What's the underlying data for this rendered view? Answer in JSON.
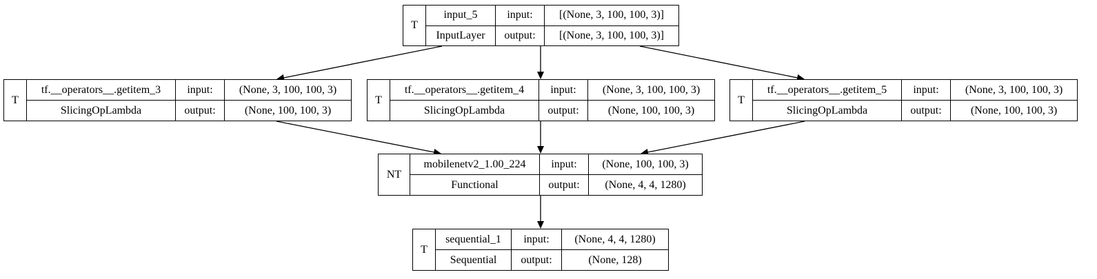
{
  "nodes": [
    {
      "tag": "T",
      "name": "input_5",
      "class_name": "InputLayer",
      "input_label": "input:",
      "output_label": "output:",
      "input_shape": "[(None, 3, 100, 100, 3)]",
      "output_shape": "[(None, 3, 100, 100, 3)]"
    },
    {
      "tag": "T",
      "name": "tf.__operators__.getitem_3",
      "class_name": "SlicingOpLambda",
      "input_label": "input:",
      "output_label": "output:",
      "input_shape": "(None, 3, 100, 100, 3)",
      "output_shape": "(None, 100, 100, 3)"
    },
    {
      "tag": "T",
      "name": "tf.__operators__.getitem_4",
      "class_name": "SlicingOpLambda",
      "input_label": "input:",
      "output_label": "output:",
      "input_shape": "(None, 3, 100, 100, 3)",
      "output_shape": "(None, 100, 100, 3)"
    },
    {
      "tag": "T",
      "name": "tf.__operators__.getitem_5",
      "class_name": "SlicingOpLambda",
      "input_label": "input:",
      "output_label": "output:",
      "input_shape": "(None, 3, 100, 100, 3)",
      "output_shape": "(None, 100, 100, 3)"
    },
    {
      "tag": "NT",
      "name": "mobilenetv2_1.00_224",
      "class_name": "Functional",
      "input_label": "input:",
      "output_label": "output:",
      "input_shape": "(None, 100, 100, 3)",
      "output_shape": "(None, 4, 4, 1280)"
    },
    {
      "tag": "T",
      "name": "sequential_1",
      "class_name": "Sequential",
      "input_label": "input:",
      "output_label": "output:",
      "input_shape": "(None, 4, 4, 1280)",
      "output_shape": "(None, 128)"
    }
  ],
  "edges": [
    {
      "from": "input_5",
      "to": "tf.__operators__.getitem_3"
    },
    {
      "from": "input_5",
      "to": "tf.__operators__.getitem_4"
    },
    {
      "from": "input_5",
      "to": "tf.__operators__.getitem_5"
    },
    {
      "from": "tf.__operators__.getitem_3",
      "to": "mobilenetv2_1.00_224"
    },
    {
      "from": "tf.__operators__.getitem_4",
      "to": "mobilenetv2_1.00_224"
    },
    {
      "from": "tf.__operators__.getitem_5",
      "to": "mobilenetv2_1.00_224"
    },
    {
      "from": "mobilenetv2_1.00_224",
      "to": "sequential_1"
    }
  ],
  "colors": {
    "line": "#000000",
    "background": "#ffffff"
  }
}
